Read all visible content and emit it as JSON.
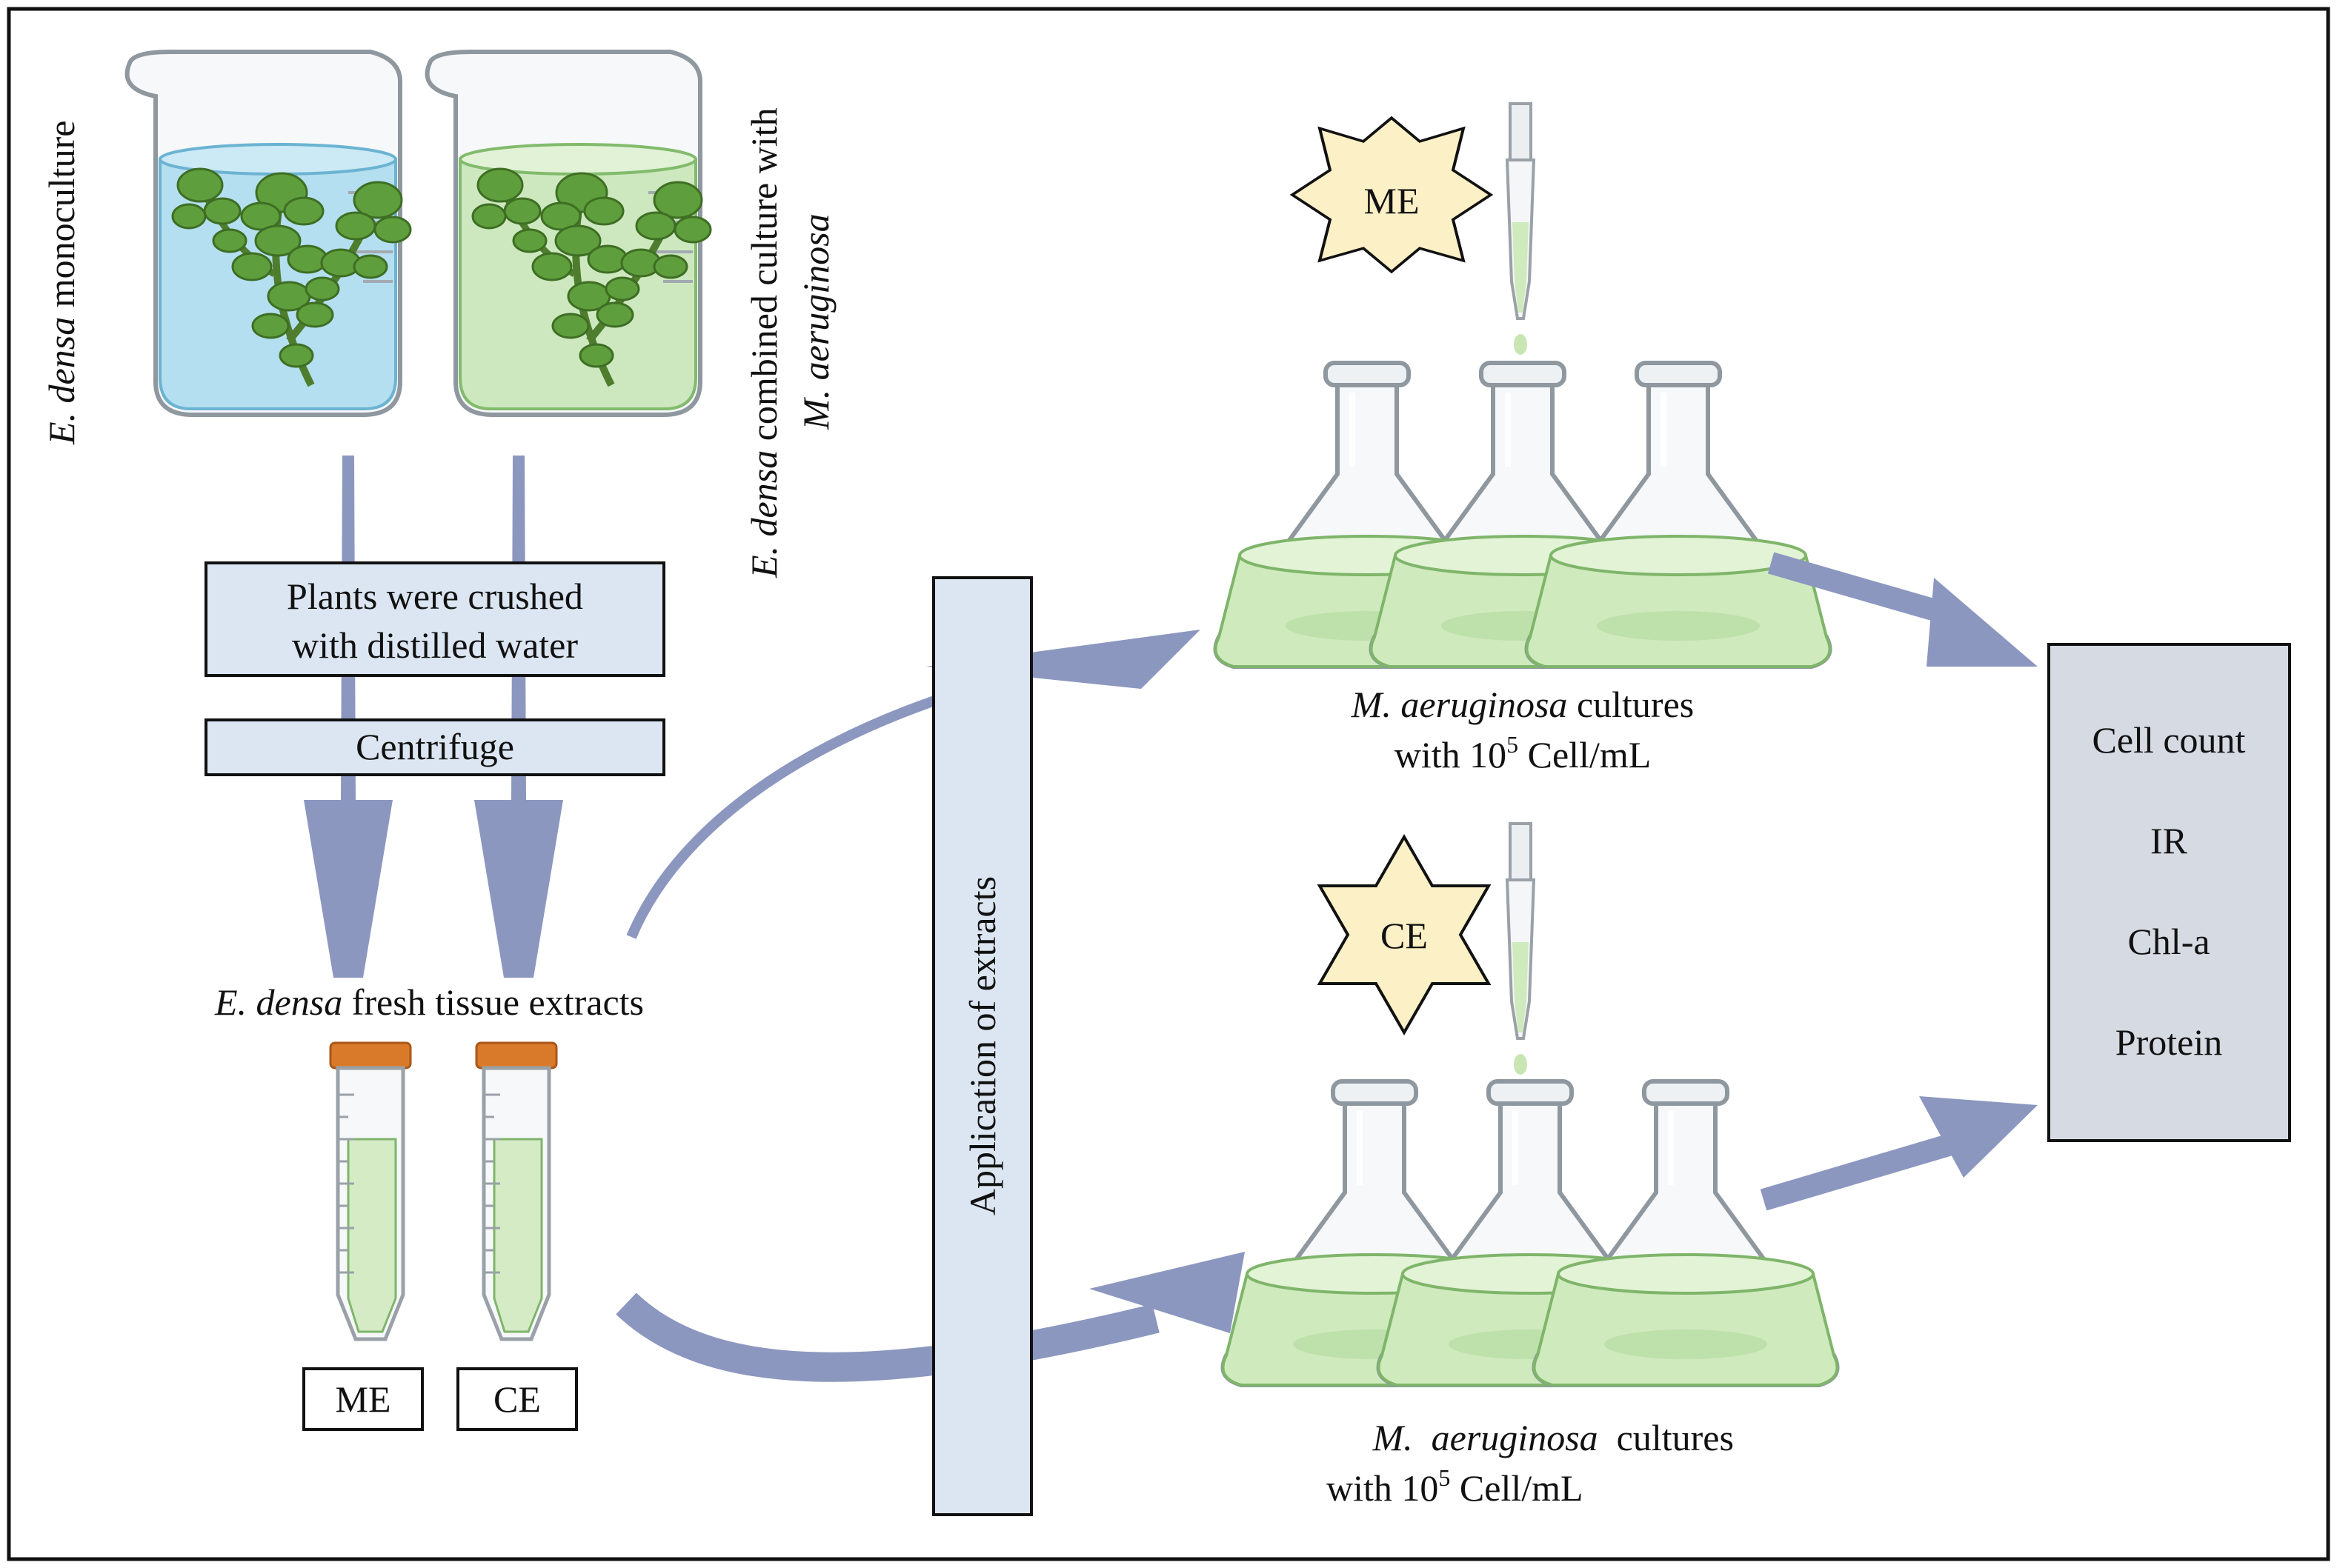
{
  "labels": {
    "monoculture_prefix": "E. densa",
    "monoculture_suffix": " monoculture",
    "combined_line1_prefix": "E. densa",
    "combined_line1_suffix": " combined culture with",
    "combined_line2": "M. aeruginosa",
    "step_crush_line1": "Plants were crushed",
    "step_crush_line2": "with distilled water",
    "step_centrifuge": "Centrifuge",
    "extracts_prefix": "E. densa",
    "extracts_suffix": " fresh tissue extracts",
    "tube_me": "ME",
    "tube_ce": "CE",
    "application": "Application of extracts",
    "star_me": "ME",
    "star_ce": "CE",
    "cultures_top_name": "M. aeruginosa",
    "cultures_top_suffix": " cultures",
    "cultures_top_line2_prefix": "with 10",
    "cultures_top_line2_exp": "5",
    "cultures_top_line2_suffix": " Cell/mL",
    "cultures_bottom_name": "M.  aeruginosa",
    "cultures_bottom_suffix": "  cultures",
    "cultures_bottom_line2_prefix": "with 10",
    "cultures_bottom_line2_exp": "5",
    "cultures_bottom_line2_suffix": " Cell/mL"
  },
  "results": [
    "Cell count",
    "IR",
    "Chl-a",
    "Protein"
  ],
  "colors": {
    "arrow": "#8c97c0",
    "step_box": "#dce6f2",
    "result_box": "#d6dae3",
    "star": "#fcf0c6",
    "water_blue": "#b4dff0",
    "water_green": "#cde8bf",
    "plant": "#5f9e3c",
    "tube_cap": "#d97a2a"
  }
}
